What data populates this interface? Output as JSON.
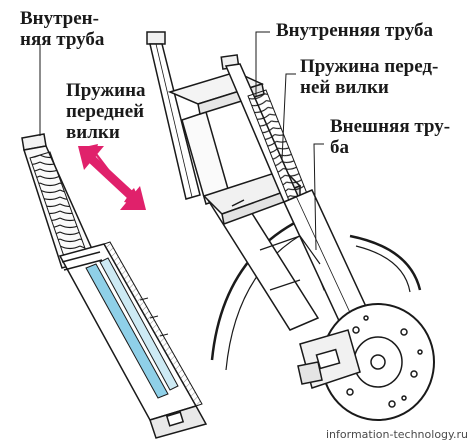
{
  "labels": {
    "inner_tube_left": {
      "line1": "Внутрен-",
      "line2": "няя труба"
    },
    "spring_left": {
      "line1": "Пружина",
      "line2": "передней",
      "line3": "вилки"
    },
    "inner_tube_right": "Внутренняя труба",
    "spring_right": {
      "line1": "Пружина перед-",
      "line2": "ней вилки"
    },
    "outer_tube_right": {
      "line1": "Внешняя тру-",
      "line2": "ба"
    }
  },
  "watermark": "information-technology.ru",
  "colors": {
    "arrow": "#e0216b",
    "fluid": "#8fd0e8",
    "line": "#1a1a1a",
    "spring_fill": "#f4f0e8",
    "shadow": "#c8c8c8"
  },
  "icons": {
    "motion_arrow": "double-headed-diagonal-arrow"
  }
}
